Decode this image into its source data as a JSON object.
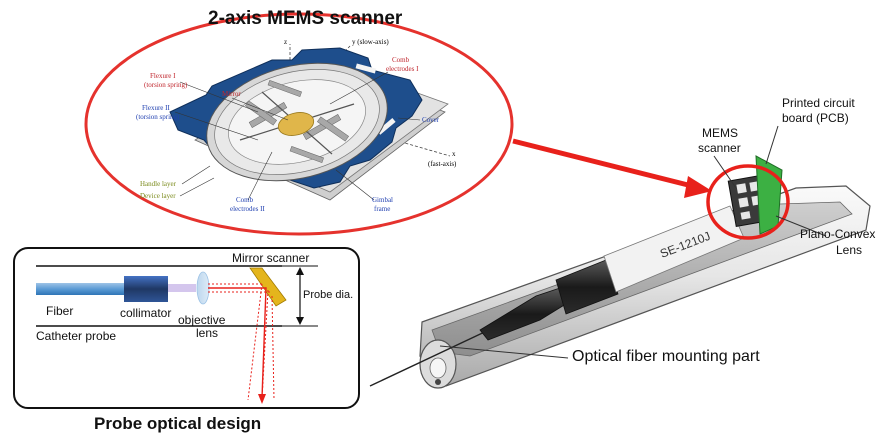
{
  "mems_panel": {
    "title": "2-axis MEMS scanner",
    "labels": {
      "mirror": "Mirror",
      "flexure1": "Flexure I",
      "flexure1_sub": "(torsion spring)",
      "flexure2": "Flexure II",
      "flexure2_sub": "(torsion spring)",
      "comb1": "Comb",
      "comb1_sub": "electrodes I",
      "comb2": "Comb",
      "comb2_sub": "electrodes II",
      "cover": "Cover",
      "handle_layer": "Handle layer",
      "device_layer": "Device layer",
      "gimbal": "Gimbal",
      "gimbal_sub": "frame",
      "y_axis": "y (slow-axis)",
      "x_axis": "x",
      "x_axis_sub": "(fast-axis)",
      "z_axis": "z"
    },
    "colors": {
      "frame": "#1e4e8c",
      "ring": "#e5322d",
      "mirror": "#e0b64a"
    }
  },
  "probe_panel": {
    "title": "Probe optical design",
    "labels": {
      "mirror_scanner": "Mirror scanner",
      "probe_dia": "Probe dia.",
      "fiber": "Fiber",
      "collimator": "collimator",
      "objective": "objective",
      "lens": "lens",
      "catheter": "Catheter probe"
    },
    "colors": {
      "fiber": "#5b9bd5",
      "collimator": "#1f3864",
      "mirror": "#e4b51c",
      "beam": "#e8211b"
    }
  },
  "device_labels": {
    "mems_scanner_line1": "MEMS",
    "mems_scanner_line2": "scanner",
    "pcb_line1": "Printed circuit",
    "pcb_line2": "board (PCB)",
    "plano_line1": "Plano-Convex",
    "plano_line2": "Lens",
    "fiber_mount": "Optical fiber mounting part",
    "tube_text": "SE-1210J"
  },
  "colors": {
    "pcb_green": "#3cb043",
    "arrow_red": "#e8211b"
  }
}
